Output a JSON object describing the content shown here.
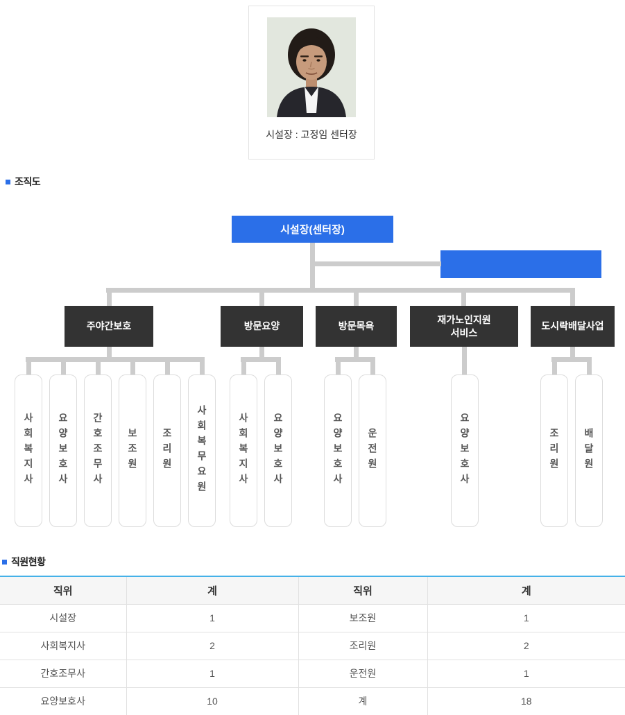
{
  "director_card": {
    "caption": "시설장 : 고정임 센터장"
  },
  "sections": {
    "org_chart_title": "조직도",
    "staff_title": "직원현황"
  },
  "org_chart": {
    "root": "시설장(센터장)",
    "secondary_box": "",
    "departments": [
      {
        "name": "주야간보호",
        "members": [
          "사회복지사",
          "요양보호사",
          "간호조무사",
          "보조원",
          "조리원",
          "사회복무요원"
        ]
      },
      {
        "name": "방문요양",
        "members": [
          "사회복지사",
          "요양보호사"
        ]
      },
      {
        "name": "방문목욕",
        "members": [
          "요양보호사",
          "운전원"
        ]
      },
      {
        "name": "재가노인지원\n서비스",
        "members": [
          "요양보호사"
        ]
      },
      {
        "name": "도시락배달사업",
        "members": [
          "조리원",
          "배달원"
        ]
      }
    ]
  },
  "staff_table": {
    "headers": [
      "직위",
      "계",
      "직위",
      "계"
    ],
    "rows": [
      [
        "시설장",
        "1",
        "보조원",
        "1"
      ],
      [
        "사회복지사",
        "2",
        "조리원",
        "2"
      ],
      [
        "간호조무사",
        "1",
        "운전원",
        "1"
      ],
      [
        "요양보호사",
        "10",
        "계",
        "18"
      ]
    ]
  },
  "colors": {
    "accent_blue": "#2b6fe8",
    "dept_dark": "#333333",
    "connector_gray": "#cccccc",
    "table_top_blue": "#45b1e8",
    "bullet_blue": "#2b6fe8"
  }
}
